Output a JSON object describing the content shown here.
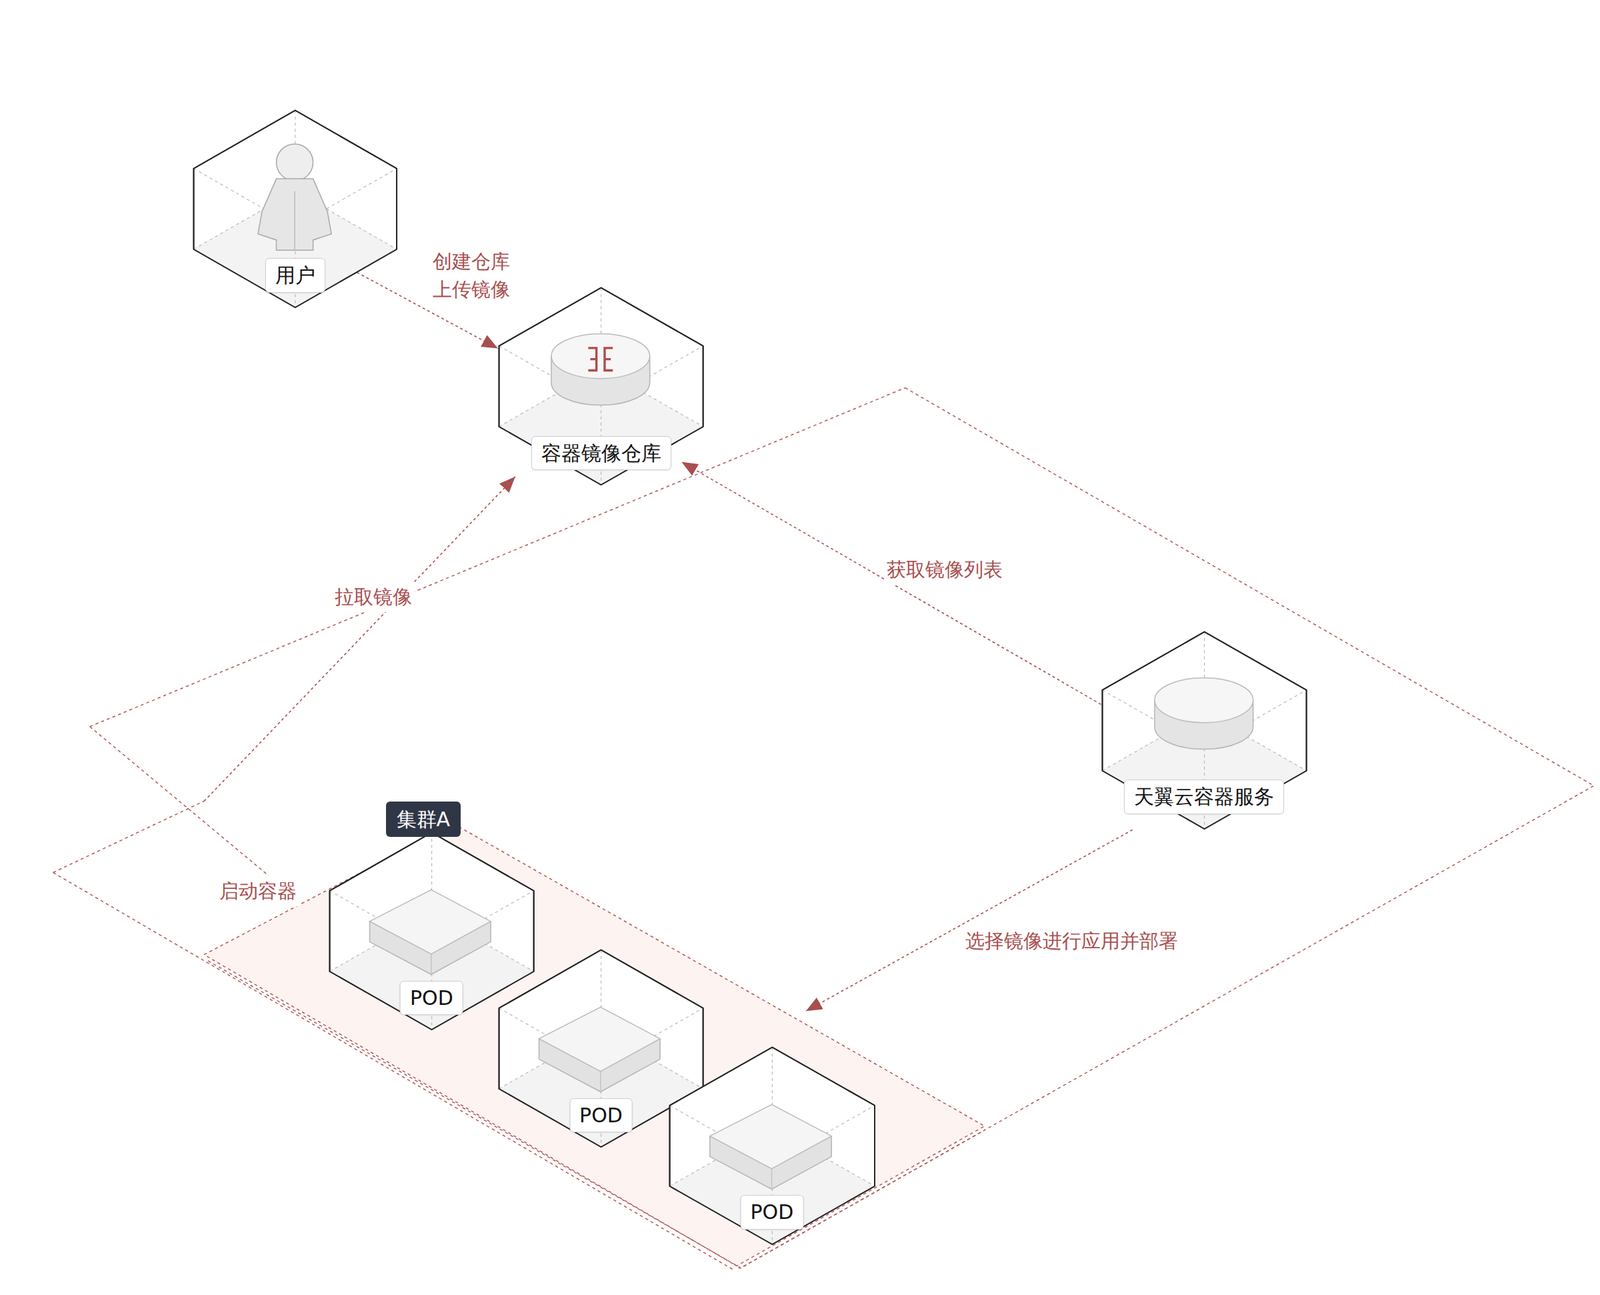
{
  "diagram": {
    "nodes": [
      {
        "text": [
          "用户"
        ]
      },
      {
        "text": [
          "容器镜像仓库"
        ]
      },
      {
        "text": [
          "天翼云容器服务"
        ]
      },
      {
        "text": [
          "集群A"
        ]
      },
      {
        "text": [
          "POD"
        ],
        "in": 3
      },
      {
        "text": [
          "POD"
        ],
        "in": 3
      },
      {
        "text": [
          "POD"
        ],
        "in": 3
      }
    ],
    "edges": [
      {
        "from": 0,
        "to": 1,
        "label": "创建仓库 上传镜像",
        "arrow": "to"
      },
      {
        "from": 3,
        "to": 1,
        "label": "拉取镜像",
        "arrow": "to"
      },
      {
        "from": 2,
        "to": 1,
        "label": "获取镜像列表",
        "arrow": "to"
      },
      {
        "from": 2,
        "to": 3,
        "label": "选择镜像进行应用并部署",
        "arrow": "to"
      }
    ],
    "labels": [
      "启动容器"
    ]
  }
}
